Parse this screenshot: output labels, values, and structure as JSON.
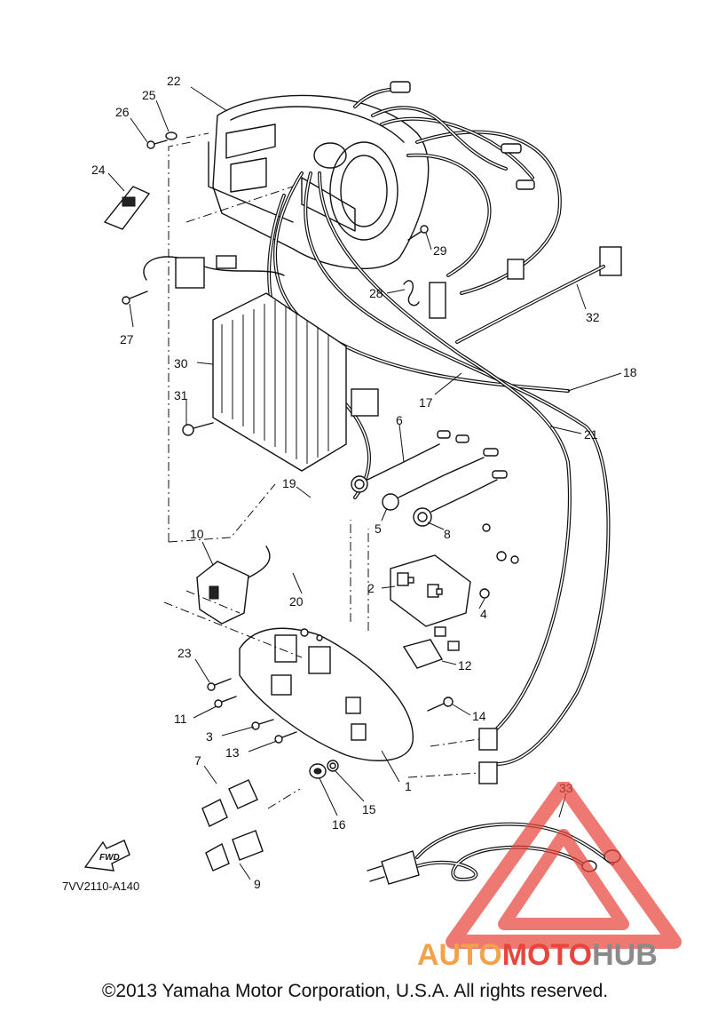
{
  "diagram": {
    "part_code": "7VV2110-A140",
    "fwd_label": "FWD",
    "copyright": "©2013 Yamaha Motor Corporation, U.S.A. All rights reserved.",
    "watermark": {
      "auto": "AUTO",
      "moto": "MOTO",
      "hub": "HUB"
    },
    "callouts": [
      {
        "id": "1",
        "label": "1"
      },
      {
        "id": "2",
        "label": "2"
      },
      {
        "id": "3",
        "label": "3"
      },
      {
        "id": "4",
        "label": "4"
      },
      {
        "id": "5",
        "label": "5"
      },
      {
        "id": "6",
        "label": "6"
      },
      {
        "id": "7",
        "label": "7"
      },
      {
        "id": "8",
        "label": "8"
      },
      {
        "id": "9",
        "label": "9"
      },
      {
        "id": "10",
        "label": "10"
      },
      {
        "id": "11",
        "label": "11"
      },
      {
        "id": "12",
        "label": "12"
      },
      {
        "id": "13",
        "label": "13"
      },
      {
        "id": "14",
        "label": "14"
      },
      {
        "id": "15",
        "label": "15"
      },
      {
        "id": "16",
        "label": "16"
      },
      {
        "id": "17",
        "label": "17"
      },
      {
        "id": "18",
        "label": "18"
      },
      {
        "id": "19",
        "label": "19"
      },
      {
        "id": "20",
        "label": "20"
      },
      {
        "id": "21",
        "label": "21"
      },
      {
        "id": "22",
        "label": "22"
      },
      {
        "id": "23",
        "label": "23"
      },
      {
        "id": "24",
        "label": "24"
      },
      {
        "id": "25",
        "label": "25"
      },
      {
        "id": "26",
        "label": "26"
      },
      {
        "id": "27",
        "label": "27"
      },
      {
        "id": "28",
        "label": "28"
      },
      {
        "id": "29",
        "label": "29"
      },
      {
        "id": "30",
        "label": "30"
      },
      {
        "id": "31",
        "label": "31"
      },
      {
        "id": "32",
        "label": "32"
      },
      {
        "id": "33",
        "label": "33"
      }
    ],
    "colors": {
      "line": "#111111",
      "watermark_red": "#e8453c",
      "watermark_orange": "#f4a24a",
      "watermark_gray": "#8a8a8a"
    }
  }
}
